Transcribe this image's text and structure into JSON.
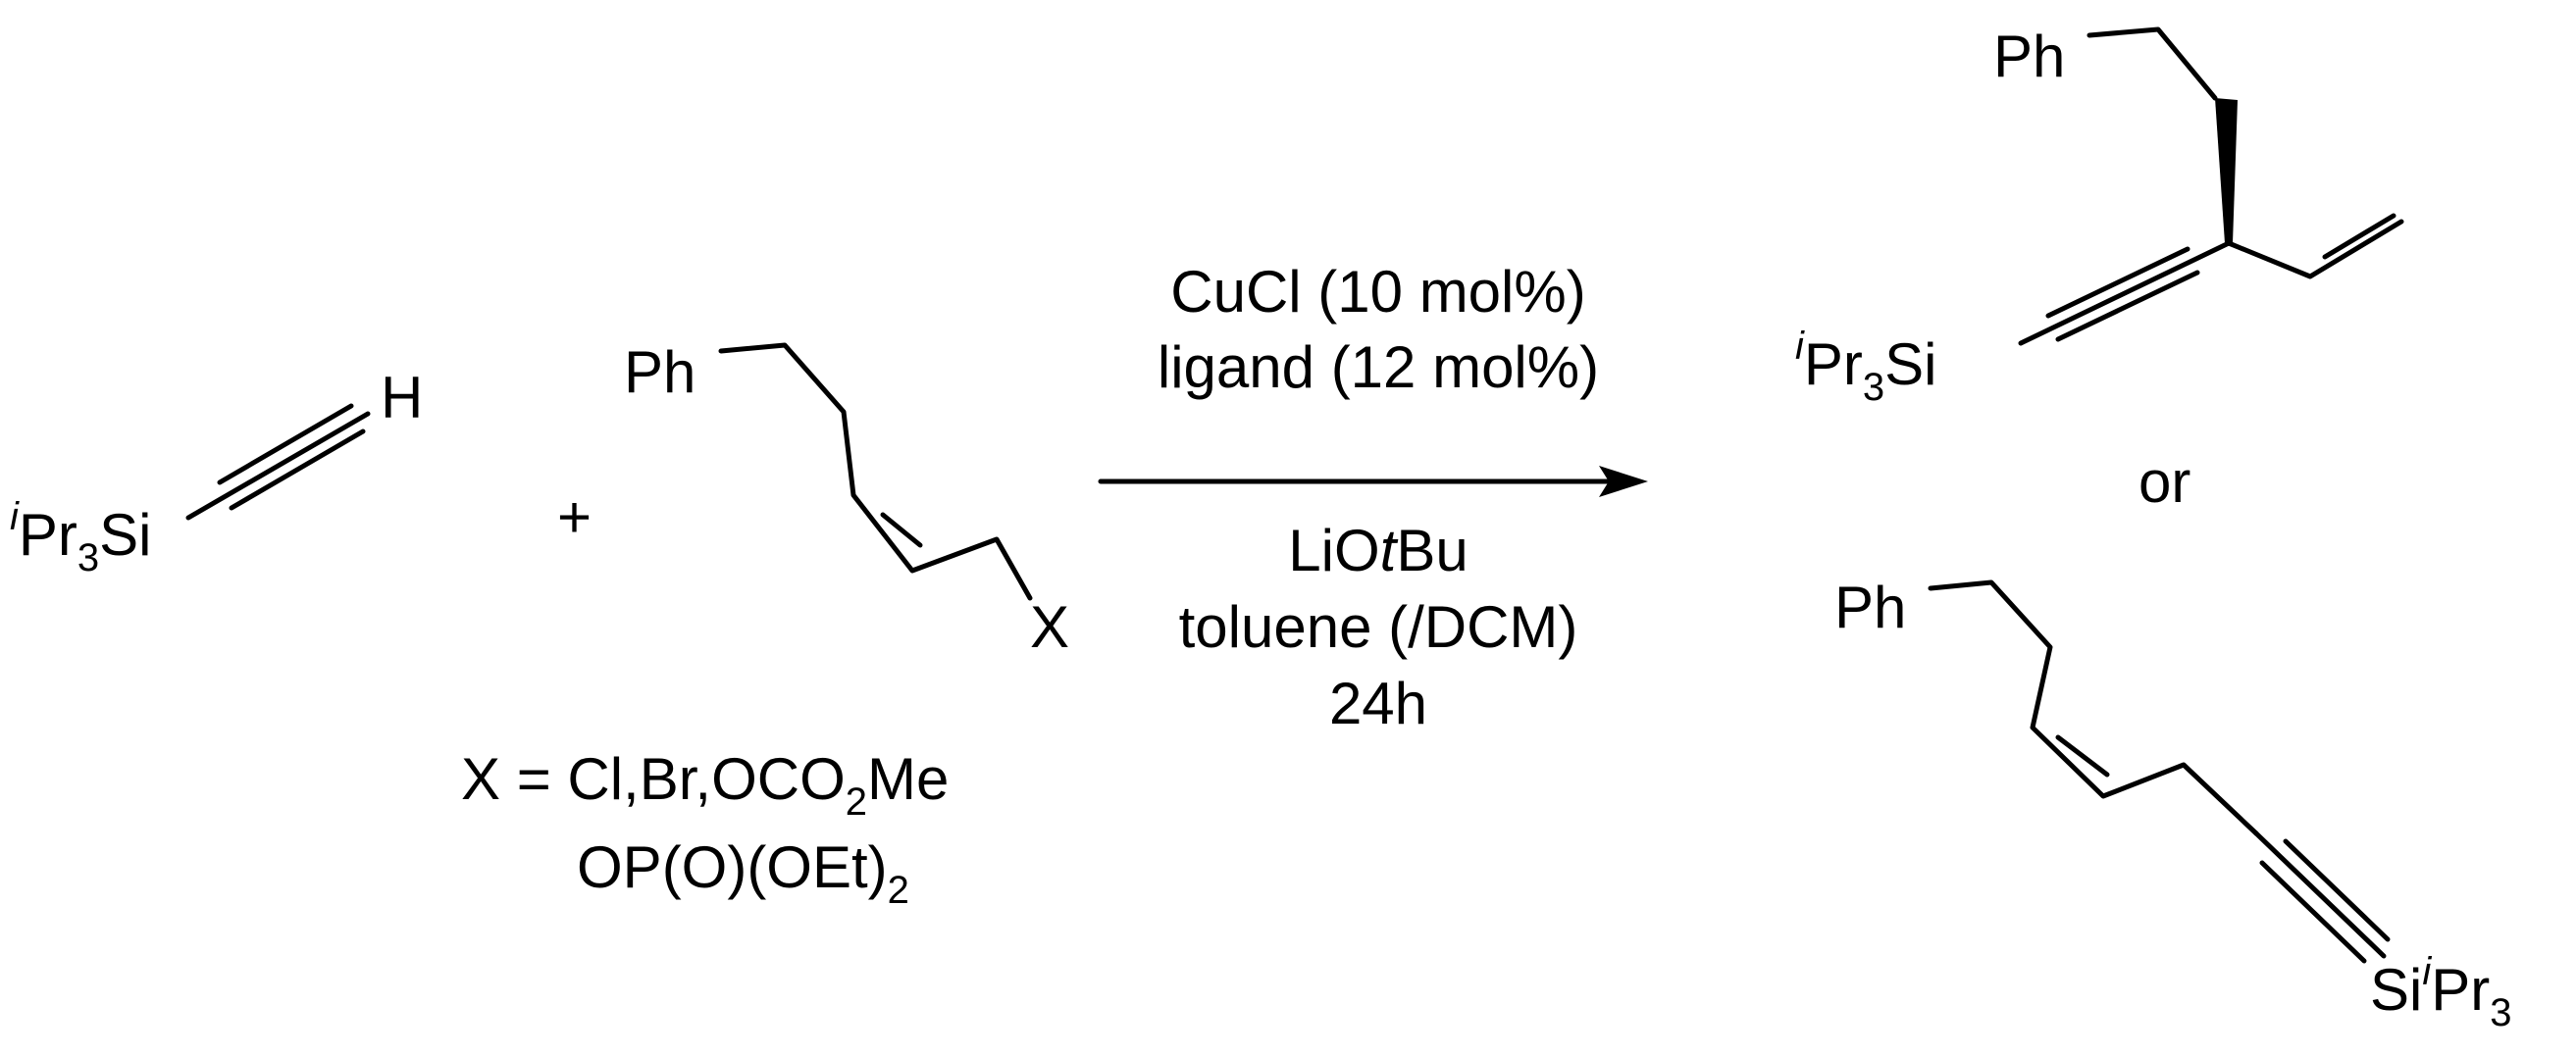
{
  "reagent_alkyne": {
    "silyl_prefix": "i",
    "silyl_main": "Pr",
    "silyl_sub": "3",
    "silyl_tail": "Si",
    "terminal_H": "H"
  },
  "plus_sign": "+",
  "substrate": {
    "phenyl": "Ph",
    "leaving_group": "X"
  },
  "x_definition": {
    "line1_main": "X = Cl,Br,OCO",
    "line1_sub": "2",
    "line1_tail": "Me",
    "line2_main": "OP(O)(OEt)",
    "line2_sub": "2"
  },
  "conditions": {
    "above_1": "CuCl (10 mol%)",
    "above_2": "ligand (12 mol%)",
    "below_1_pre": "LiO",
    "below_1_ital": "t",
    "below_1_post": "Bu",
    "below_2": "toluene (/DCM)",
    "below_3": "24h"
  },
  "product_branched": {
    "phenyl": "Ph",
    "silyl_prefix": "i",
    "silyl_main": "Pr",
    "silyl_sub": "3",
    "silyl_tail": "Si"
  },
  "or_label": "or",
  "product_linear": {
    "phenyl": "Ph",
    "silyl_head": "Si",
    "silyl_prefix": "i",
    "silyl_main": "Pr",
    "silyl_sub": "3"
  }
}
